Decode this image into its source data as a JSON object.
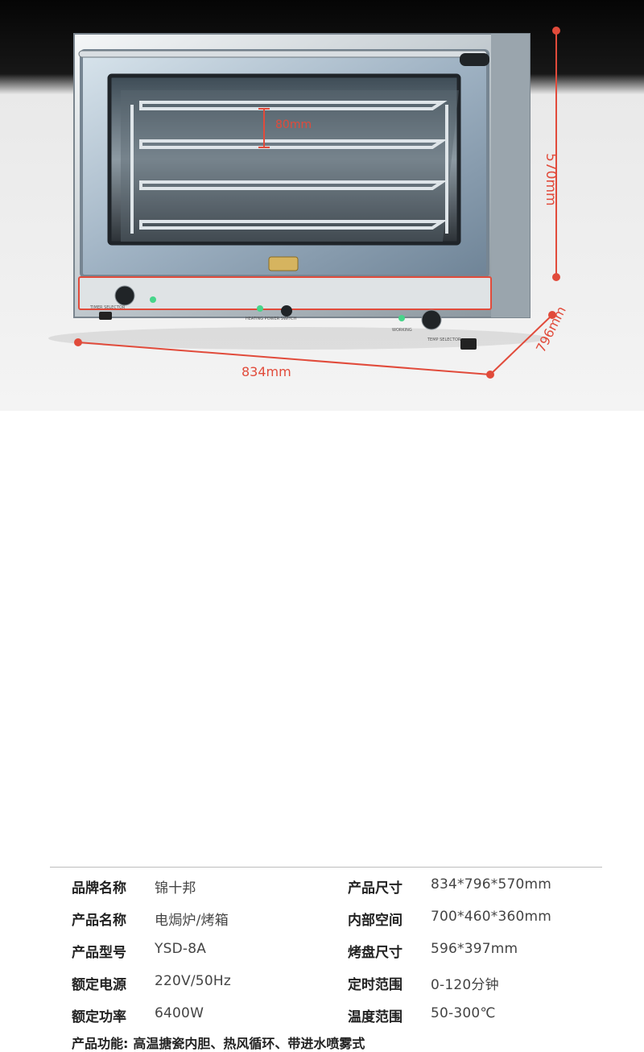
{
  "dimensions": {
    "width_label": "834mm",
    "depth_label": "796mm",
    "height_label": "570mm",
    "rack_spacing_label": "80mm"
  },
  "colors": {
    "dimension_red": "#e14b3b",
    "background_dark": "#111111",
    "oven_silver": "#b8c0c5",
    "glass_blue": "#aebfd0"
  },
  "specs": [
    {
      "label": "品牌名称",
      "value": "锦十邦"
    },
    {
      "label": "产品尺寸",
      "value": "834*796*570mm"
    },
    {
      "label": "产品名称",
      "value": "电焗炉/烤箱"
    },
    {
      "label": "内部空间",
      "value": "700*460*360mm"
    },
    {
      "label": "产品型号",
      "value": "YSD-8A"
    },
    {
      "label": "烤盘尺寸",
      "value": "596*397mm"
    },
    {
      "label": "额定电源",
      "value": "220V/50Hz"
    },
    {
      "label": "定时范围",
      "value": "0-120分钟"
    },
    {
      "label": "额定功率",
      "value": "6400W"
    },
    {
      "label": "温度范围",
      "value": "50-300℃"
    }
  ],
  "function": {
    "label": "产品功能:",
    "value": "高温搪瓷内胆、热风循环、带进水喷雾式"
  }
}
